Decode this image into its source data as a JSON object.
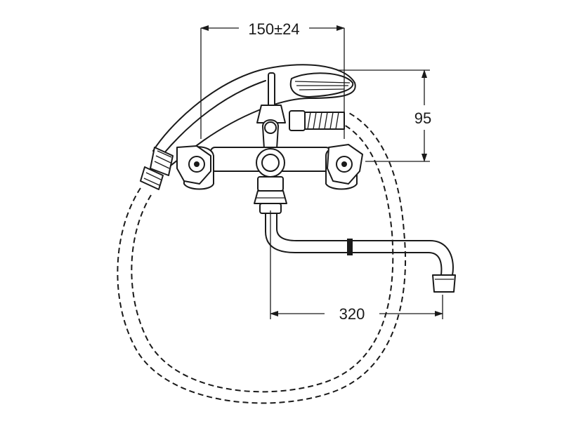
{
  "dimensions": {
    "width_label": "150±24",
    "height_label": "95",
    "spout_label": "320"
  },
  "colors": {
    "line": "#1a1a1a",
    "background": "#ffffff"
  }
}
